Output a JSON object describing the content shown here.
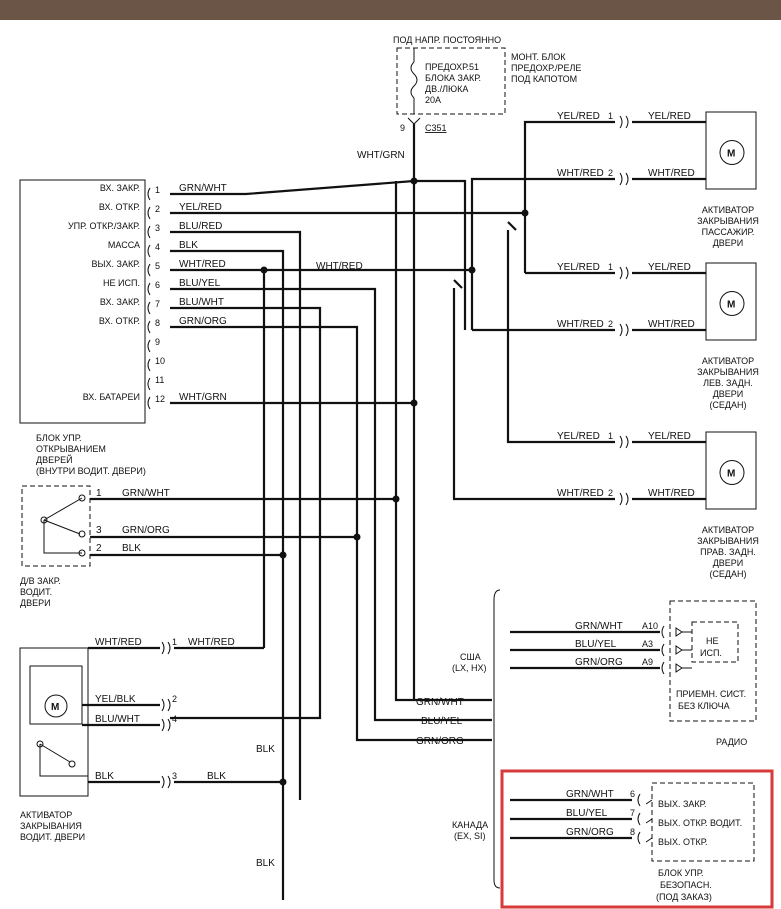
{
  "fuse": {
    "header": "ПОД НАПР. ПОСТОЯННО",
    "label": [
      "ПРЕДОХР.51",
      "БЛОКА ЗАКР.",
      "ДВ./ЛЮКА",
      "20A"
    ],
    "block": [
      "МОНТ. БЛОК",
      "ПРЕДОХР./РЕЛЕ",
      "ПОД КАПОТОМ"
    ],
    "connector_pin": "9",
    "connector": "C351",
    "wire": "WHT/GRN"
  },
  "control_unit": {
    "caption": [
      "БЛОК УПР.",
      "ОТКРЫВАНИЕМ",
      "ДВЕРЕЙ",
      "(ВНУТРИ ВОДИТ. ДВЕРИ)"
    ],
    "pins": [
      {
        "n": "1",
        "label": "ВХ. ЗАКР.",
        "wire": "GRN/WHT"
      },
      {
        "n": "2",
        "label": "ВХ. ОТКР.",
        "wire": "YEL/RED"
      },
      {
        "n": "3",
        "label": "УПР. ОТКР./ЗАКР.",
        "wire": "BLU/RED"
      },
      {
        "n": "4",
        "label": "МАССА",
        "wire": "BLK"
      },
      {
        "n": "5",
        "label": "ВЫХ. ЗАКР.",
        "wire": "WHT/RED"
      },
      {
        "n": "6",
        "label": "НЕ ИСП.",
        "wire": "BLU/YEL"
      },
      {
        "n": "7",
        "label": "ВХ. ЗАКР.",
        "wire": "BLU/WHT"
      },
      {
        "n": "8",
        "label": "ВХ. ОТКР.",
        "wire": "GRN/ORG"
      },
      {
        "n": "9",
        "label": "",
        "wire": ""
      },
      {
        "n": "10",
        "label": "",
        "wire": ""
      },
      {
        "n": "11",
        "label": "",
        "wire": ""
      },
      {
        "n": "12",
        "label": "ВХ. БАТАРЕИ",
        "wire": "WHT/GRN"
      }
    ],
    "pin5_ext": "WHT/RED"
  },
  "door_switch": {
    "caption": [
      "Д/В ЗАКР.",
      "ВОДИТ.",
      "ДВЕРИ"
    ],
    "pins": [
      {
        "n": "1",
        "wire": "GRN/WHT"
      },
      {
        "n": "3",
        "wire": "GRN/ORG"
      },
      {
        "n": "2",
        "wire": "BLK"
      }
    ]
  },
  "driver_actuator": {
    "caption": [
      "АКТИВАТОР",
      "ЗАКРЫВАНИЯ",
      "ВОДИТ. ДВЕРИ"
    ],
    "motor": "M",
    "wires": [
      {
        "n": "1",
        "left": "WHT/RED",
        "right": "WHT/RED"
      },
      {
        "n": "2",
        "left": "YEL/BLK",
        "right": ""
      },
      {
        "n": "4",
        "left": "BLU/WHT",
        "right": ""
      },
      {
        "n": "3",
        "left": "BLK",
        "right": "BLK"
      }
    ]
  },
  "actuators": [
    {
      "pin1": "1",
      "pin2": "2",
      "w1": "YEL/RED",
      "w2": "WHT/RED",
      "motor": "M",
      "caption": [
        "АКТИВАТОР",
        "ЗАКРЫВАНИЯ",
        "ПАССАЖИР.",
        "ДВЕРИ"
      ]
    },
    {
      "pin1": "1",
      "pin2": "2",
      "w1": "YEL/RED",
      "w2": "WHT/RED",
      "motor": "M",
      "caption": [
        "АКТИВАТОР",
        "ЗАКРЫВАНИЯ",
        "ЛЕВ. ЗАДН.",
        "ДВЕРИ",
        "(СЕДАН)"
      ]
    },
    {
      "pin1": "1",
      "pin2": "2",
      "w1": "YEL/RED",
      "w2": "WHT/RED",
      "motor": "M",
      "caption": [
        "АКТИВАТОР",
        "ЗАКРЫВАНИЯ",
        "ПРАВ. ЗАДН.",
        "ДВЕРИ",
        "(СЕДАН)"
      ]
    }
  ],
  "trunk_wires": [
    "GRN/WHT",
    "BLU/YEL",
    "GRN/ORG"
  ],
  "ground_labels": [
    "BLK",
    "BLK"
  ],
  "usa": {
    "region": [
      "США",
      "(LX, HX)"
    ],
    "pins": [
      {
        "wire": "GRN/WHT",
        "n": "A10"
      },
      {
        "wire": "BLU/YEL",
        "n": "A3"
      },
      {
        "wire": "GRN/ORG",
        "n": "A9"
      }
    ],
    "not_used": [
      "НЕ",
      "ИСП."
    ],
    "receiver": [
      "ПРИЕМН. СИСТ.",
      "БЕЗ КЛЮЧА"
    ],
    "radio": "РАДИО"
  },
  "canada": {
    "region": [
      "КАНАДА",
      "(EX, SI)"
    ],
    "pins": [
      {
        "wire": "GRN/WHT",
        "n": "6",
        "label": "ВЫХ. ЗАКР."
      },
      {
        "wire": "BLU/YEL",
        "n": "7",
        "label": "ВЫХ. ОТКР. ВОДИТ."
      },
      {
        "wire": "GRN/ORG",
        "n": "8",
        "label": "ВЫХ. ОТКР."
      }
    ],
    "caption": [
      "БЛОК УПР.",
      "БЕЗОПАСН.",
      "(ПОД ЗАКАЗ)"
    ],
    "highlight": "#d63a3a"
  }
}
